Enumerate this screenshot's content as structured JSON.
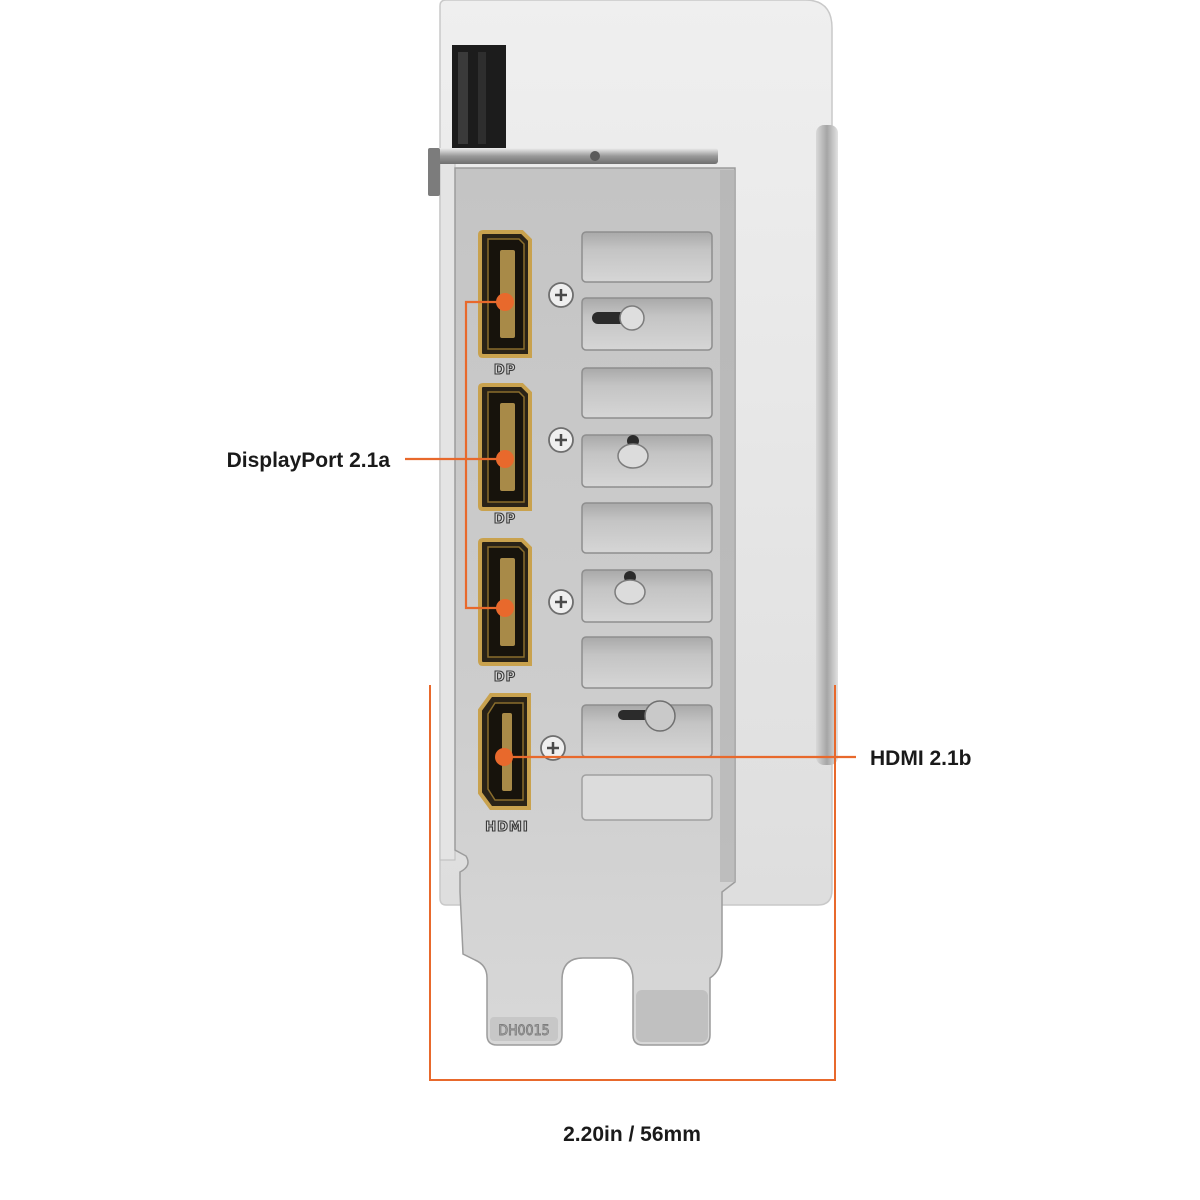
{
  "callouts": {
    "displayport": "DisplayPort 2.1a",
    "hdmi": "HDMI 2.1b"
  },
  "dimension": {
    "width_label": "2.20in / 56mm"
  },
  "bracket": {
    "ports": [
      {
        "label": "DP"
      },
      {
        "label": "DP"
      },
      {
        "label": "DP"
      },
      {
        "label": "HDMI"
      }
    ],
    "tab_marking": "DH0015"
  },
  "colors": {
    "accent": "#e8692c",
    "port_gold": "#c9a24e",
    "bracket": "#c8c8c8",
    "card_body": "#e6e6e6"
  }
}
